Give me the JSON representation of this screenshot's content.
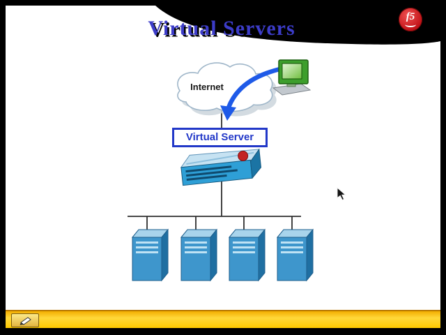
{
  "slide": {
    "title": "Virtual Servers",
    "internet_label": "Internet",
    "virtual_server_label": "Virtual Server",
    "logo_text": "f5",
    "server_count": 4
  },
  "icons": {
    "cloud-icon": "cloud shape (internet)",
    "computer-icon": "green desktop PC with keyboard",
    "client-arrow-icon": "blue curved arrow into cloud",
    "bigip-device-icon": "teal 3D network appliance with red f5 ball",
    "server-tower-icon": "blue 3D server tower",
    "f5-logo-icon": "red circle with italic f5 and white swoosh",
    "pen-icon": "slideshow pen tool",
    "mouse-cursor": "arrow pointer"
  },
  "colors": {
    "title_blue": "#3C3CC8",
    "accent_blue": "#2238C8",
    "arrow_blue": "#1E5AE8",
    "server_front": "#3E96CC",
    "device_teal": "#2E9FD6",
    "bar_yellow": "#FFD400",
    "logo_red": "#C01016"
  }
}
